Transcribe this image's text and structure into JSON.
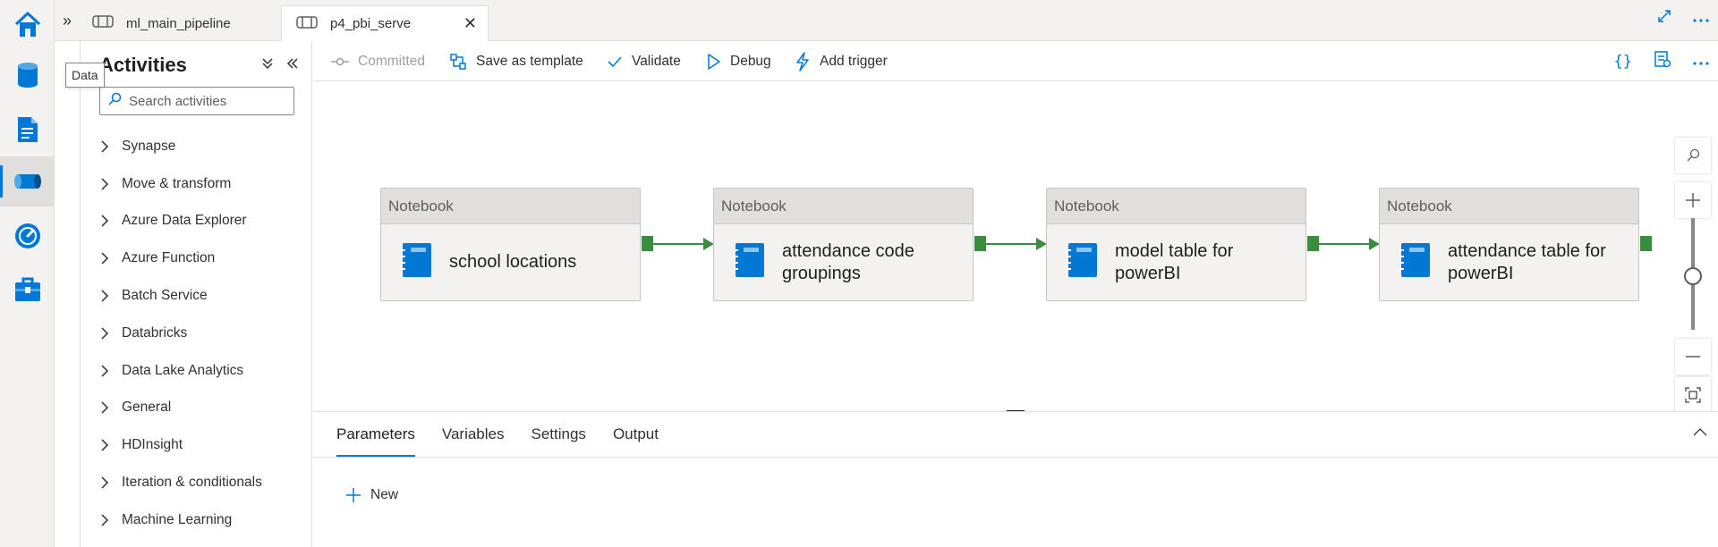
{
  "rail": {
    "items": [
      "home-icon",
      "data-icon",
      "develop-icon",
      "integrate-icon",
      "monitor-icon",
      "manage-icon"
    ],
    "tooltip": "Data"
  },
  "tabs": [
    {
      "label": "ml_main_pipeline",
      "active": false
    },
    {
      "label": "p4_pbi_serve",
      "active": true
    }
  ],
  "activities": {
    "title": "Activities",
    "search_placeholder": "Search activities",
    "categories": [
      "Synapse",
      "Move & transform",
      "Azure Data Explorer",
      "Azure Function",
      "Batch Service",
      "Databricks",
      "Data Lake Analytics",
      "General",
      "HDInsight",
      "Iteration & conditionals",
      "Machine Learning"
    ]
  },
  "toolbar": {
    "committed": "Committed",
    "save_template": "Save as template",
    "validate": "Validate",
    "debug": "Debug",
    "add_trigger": "Add trigger"
  },
  "pipeline": {
    "nodes": [
      {
        "type": "Notebook",
        "name": "school locations"
      },
      {
        "type": "Notebook",
        "name": "attendance code groupings"
      },
      {
        "type": "Notebook",
        "name": "model table for powerBI"
      },
      {
        "type": "Notebook",
        "name": "attendance table for powerBI"
      }
    ]
  },
  "bottom": {
    "tabs": [
      "Parameters",
      "Variables",
      "Settings",
      "Output"
    ],
    "active_tab": "Parameters",
    "new_label": "New"
  },
  "colors": {
    "accent": "#0078d4",
    "success_connector": "#3c8c40",
    "notebook_icon": "#0078d4"
  }
}
